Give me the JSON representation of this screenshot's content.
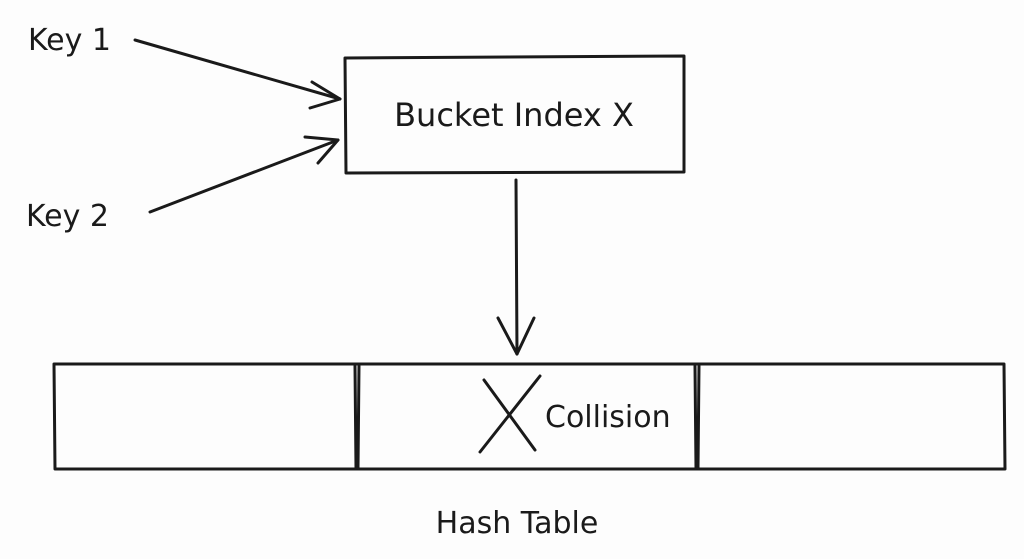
{
  "diagram": {
    "key1_label": "Key 1",
    "key2_label": "Key 2",
    "bucket_label": "Bucket Index X",
    "collision_label": "Collision",
    "table_label": "Hash Table"
  },
  "colors": {
    "ink": "#1a1a1a",
    "background": "#fdfdfd"
  },
  "icons": {
    "collision_marker": "x-cross-icon"
  }
}
